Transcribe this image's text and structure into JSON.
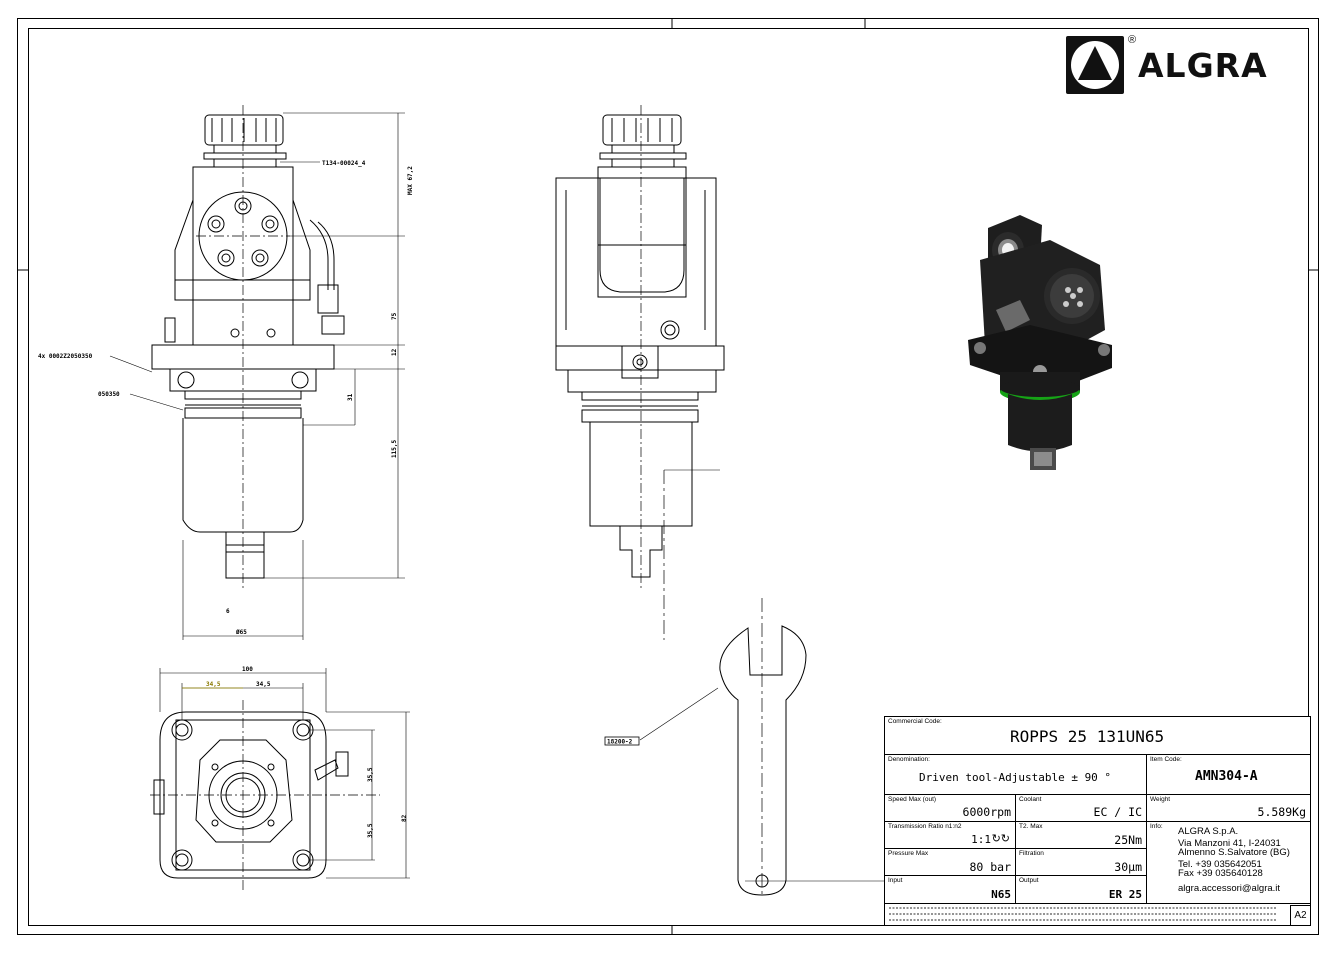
{
  "brand": {
    "name": "ALGRA",
    "reg_mark": "®"
  },
  "title_block": {
    "commercial_code_label": "Commercial Code:",
    "commercial_code": "ROPPS 25 131UN65",
    "denomination_label": "Denomination:",
    "denomination": "Driven tool-Adjustable ± 90 °",
    "item_code_label": "Item Code:",
    "item_code": "AMN304-A",
    "speed_label": "Speed Max (out)",
    "speed": "6000rpm",
    "coolant_label": "Coolant",
    "coolant": "EC / IC",
    "weight_label": "Weight",
    "weight": "5.589Kg",
    "ratio_label": "Transmission Ratio n1:n2",
    "ratio": "1:1",
    "torque_label": "T2. Max",
    "torque": "25Nm",
    "info_label": "Info:",
    "info_lines": [
      "ALGRA S.p.A.",
      "Via Manzoni 41, I-24031",
      "Almenno S.Salvatore (BG)",
      "Tel. +39 035642051",
      "Fax +39 035640128",
      "algra.accessori@algra.it"
    ],
    "pressure_label": "Pressure Max",
    "pressure": "80 bar",
    "filtration_label": "Filtration",
    "filtration": "30µm",
    "input_label": "Input",
    "input": "N65",
    "output_label": "Output",
    "output": "ER 25",
    "revision": "A2"
  },
  "annotations": {
    "nut_code": "T134-00024_4",
    "screws": "4x 0002Z2050350",
    "oring": "050350",
    "wrench_code": "18200-2",
    "dim_max": "MAX 67,2",
    "dim_75": "75",
    "dim_12": "12",
    "dim_31": "31",
    "dim_115": "115,5",
    "dim_d65": "Ø65",
    "dim_100": "100",
    "dim_345a": "34,5",
    "dim_345b": "34,5",
    "dim_355a": "35,5",
    "dim_355b": "35,5",
    "dim_82": "82",
    "dim_6": "6"
  }
}
